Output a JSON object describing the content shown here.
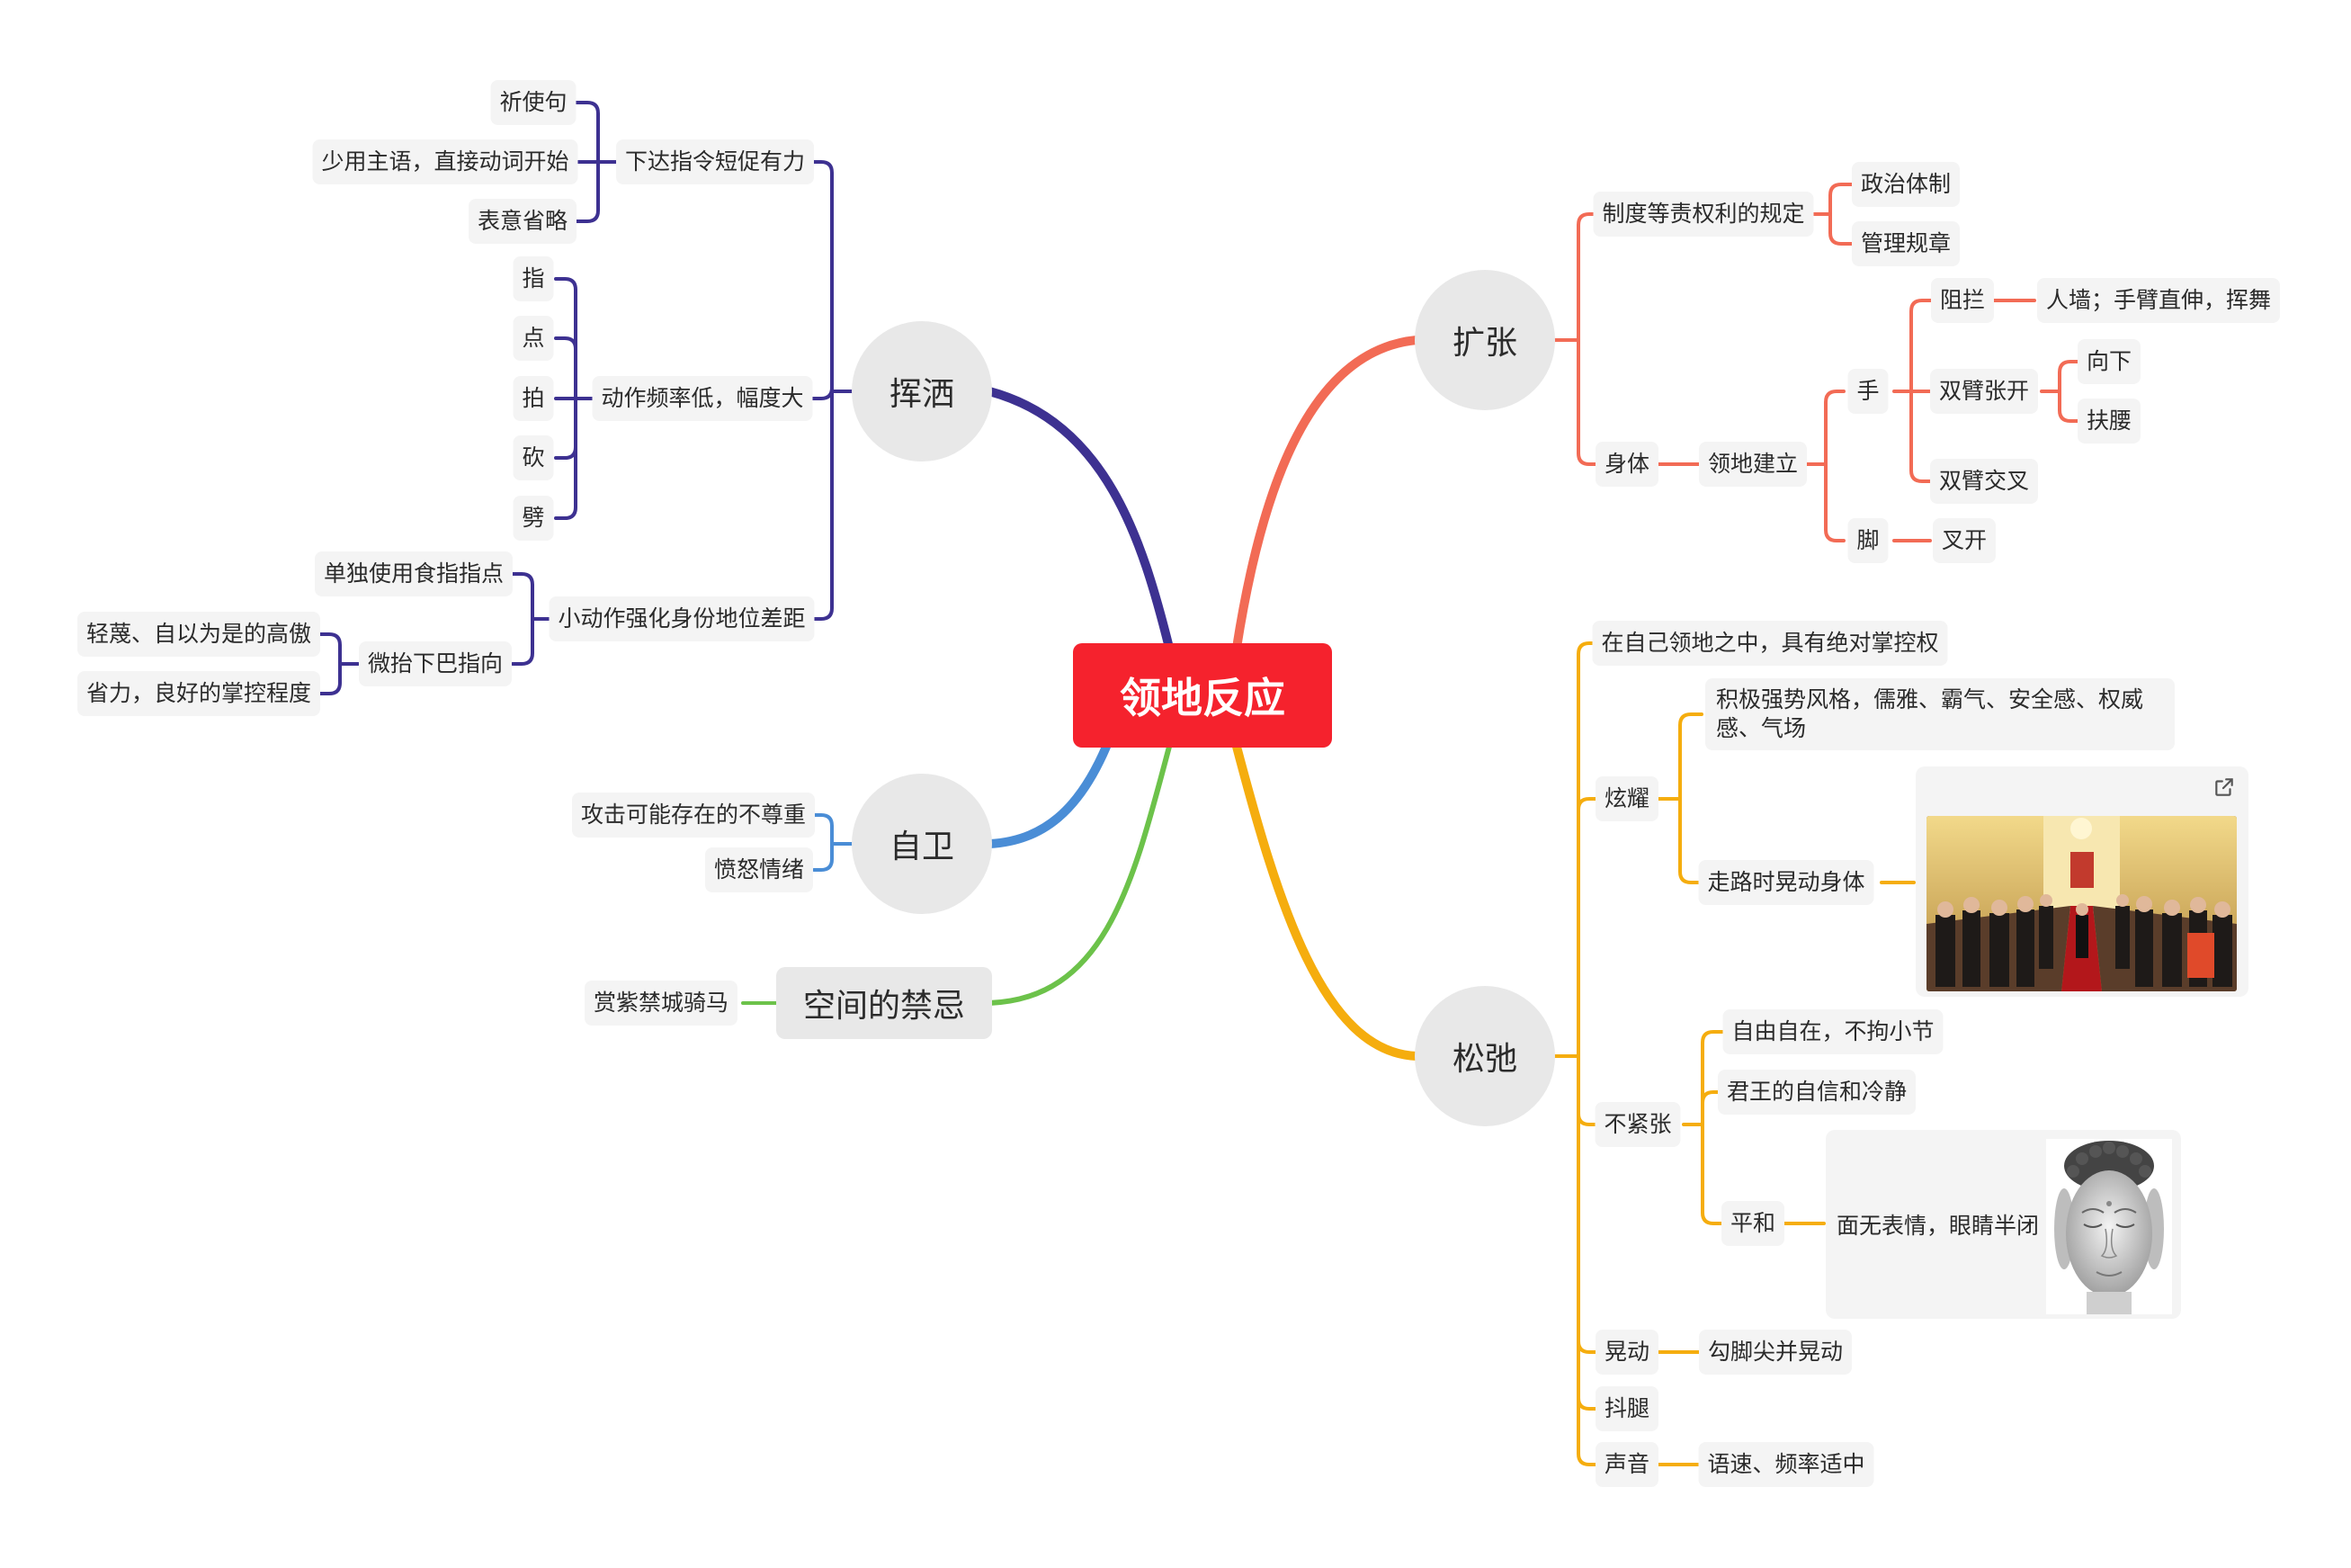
{
  "root": {
    "label": "领地反应"
  },
  "colors": {
    "purple": "#3d3191",
    "red": "#f26b55",
    "orange": "#f5ad0e",
    "blue": "#4a8dd6",
    "green": "#6cc24a",
    "root_bg": "#f5222d"
  },
  "branches": {
    "huisa": {
      "label": "挥洒",
      "xiada": {
        "label": "下达指令短促有力",
        "items": [
          "祈使句",
          "少用主语，直接动词开始",
          "表意省略"
        ]
      },
      "dongzuo": {
        "label": "动作频率低，幅度大",
        "items": [
          "指",
          "点",
          "拍",
          "砍",
          "劈"
        ]
      },
      "xiao": {
        "label": "小动作强化身份地位差距",
        "danduo": "单独使用食指指点",
        "weitai": {
          "label": "微抬下巴指向",
          "items": [
            "轻蔑、自以为是的高傲",
            "省力，良好的掌控程度"
          ]
        }
      }
    },
    "ziwei": {
      "label": "自卫",
      "items": [
        "攻击可能存在的不尊重",
        "愤怒情绪"
      ]
    },
    "kongjian": {
      "label": "空间的禁忌",
      "items": [
        "赏紫禁城骑马"
      ]
    },
    "kuozhang": {
      "label": "扩张",
      "zhidu": {
        "label": "制度等责权利的规定",
        "items": [
          "政治体制",
          "管理规章"
        ]
      },
      "shenti": {
        "label": "身体",
        "lingdi": {
          "label": "领地建立",
          "shou": {
            "label": "手",
            "zulan": {
              "label": "阻拦",
              "detail": "人墙；手臂直伸，挥舞"
            },
            "zhangkai": {
              "label": "双臂张开",
              "items": [
                "向下",
                "扶腰"
              ]
            },
            "jiaocha": "双臂交叉"
          },
          "jiao": {
            "label": "脚",
            "detail": "叉开"
          }
        }
      }
    },
    "songchi": {
      "label": "松弛",
      "zai": "在自己领地之中，具有绝对掌控权",
      "xuanyao": {
        "label": "炫耀",
        "jiji": "积极强势风格，儒雅、霸气、安全感、权威感、气场",
        "zoulu": "走路时晃动身体",
        "photo_icon": "external-link-icon"
      },
      "bujinzhang": {
        "label": "不紧张",
        "items": [
          "自由自在，不拘小节",
          "君王的自信和冷静"
        ],
        "pinghe": {
          "label": "平和",
          "detail": "面无表情，眼睛半闭",
          "image_icon": "buddha-head-icon"
        }
      },
      "huangdong": {
        "label": "晃动",
        "detail": "勾脚尖并晃动"
      },
      "doutui": "抖腿",
      "shengyin": {
        "label": "声音",
        "detail": "语速、频率适中"
      }
    }
  }
}
